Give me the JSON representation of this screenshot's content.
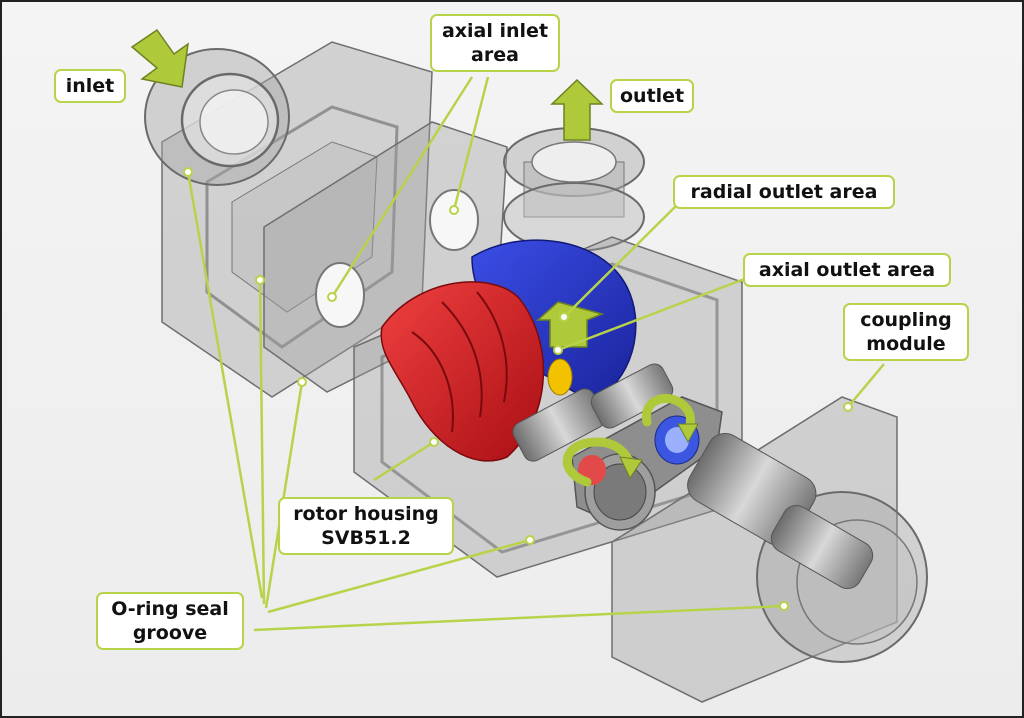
{
  "labels": {
    "inlet": "inlet",
    "axial_inlet_line1": "axial inlet",
    "axial_inlet_line2": "area",
    "outlet": "outlet",
    "radial_outlet": "radial outlet area",
    "axial_outlet": "axial outlet area",
    "coupling_line1": "coupling",
    "coupling_line2": "module",
    "rotor_housing_line1": "rotor housing",
    "rotor_housing_line2": "SVB51.2",
    "oring_line1": "O-ring seal",
    "oring_line2": "groove"
  },
  "colors": {
    "accent": "#b7d34a",
    "arrow_fill": "#aec93a",
    "rotor_red": "#d81e24",
    "rotor_blue": "#2233cc",
    "housing_gray": "#9c9c9c"
  }
}
